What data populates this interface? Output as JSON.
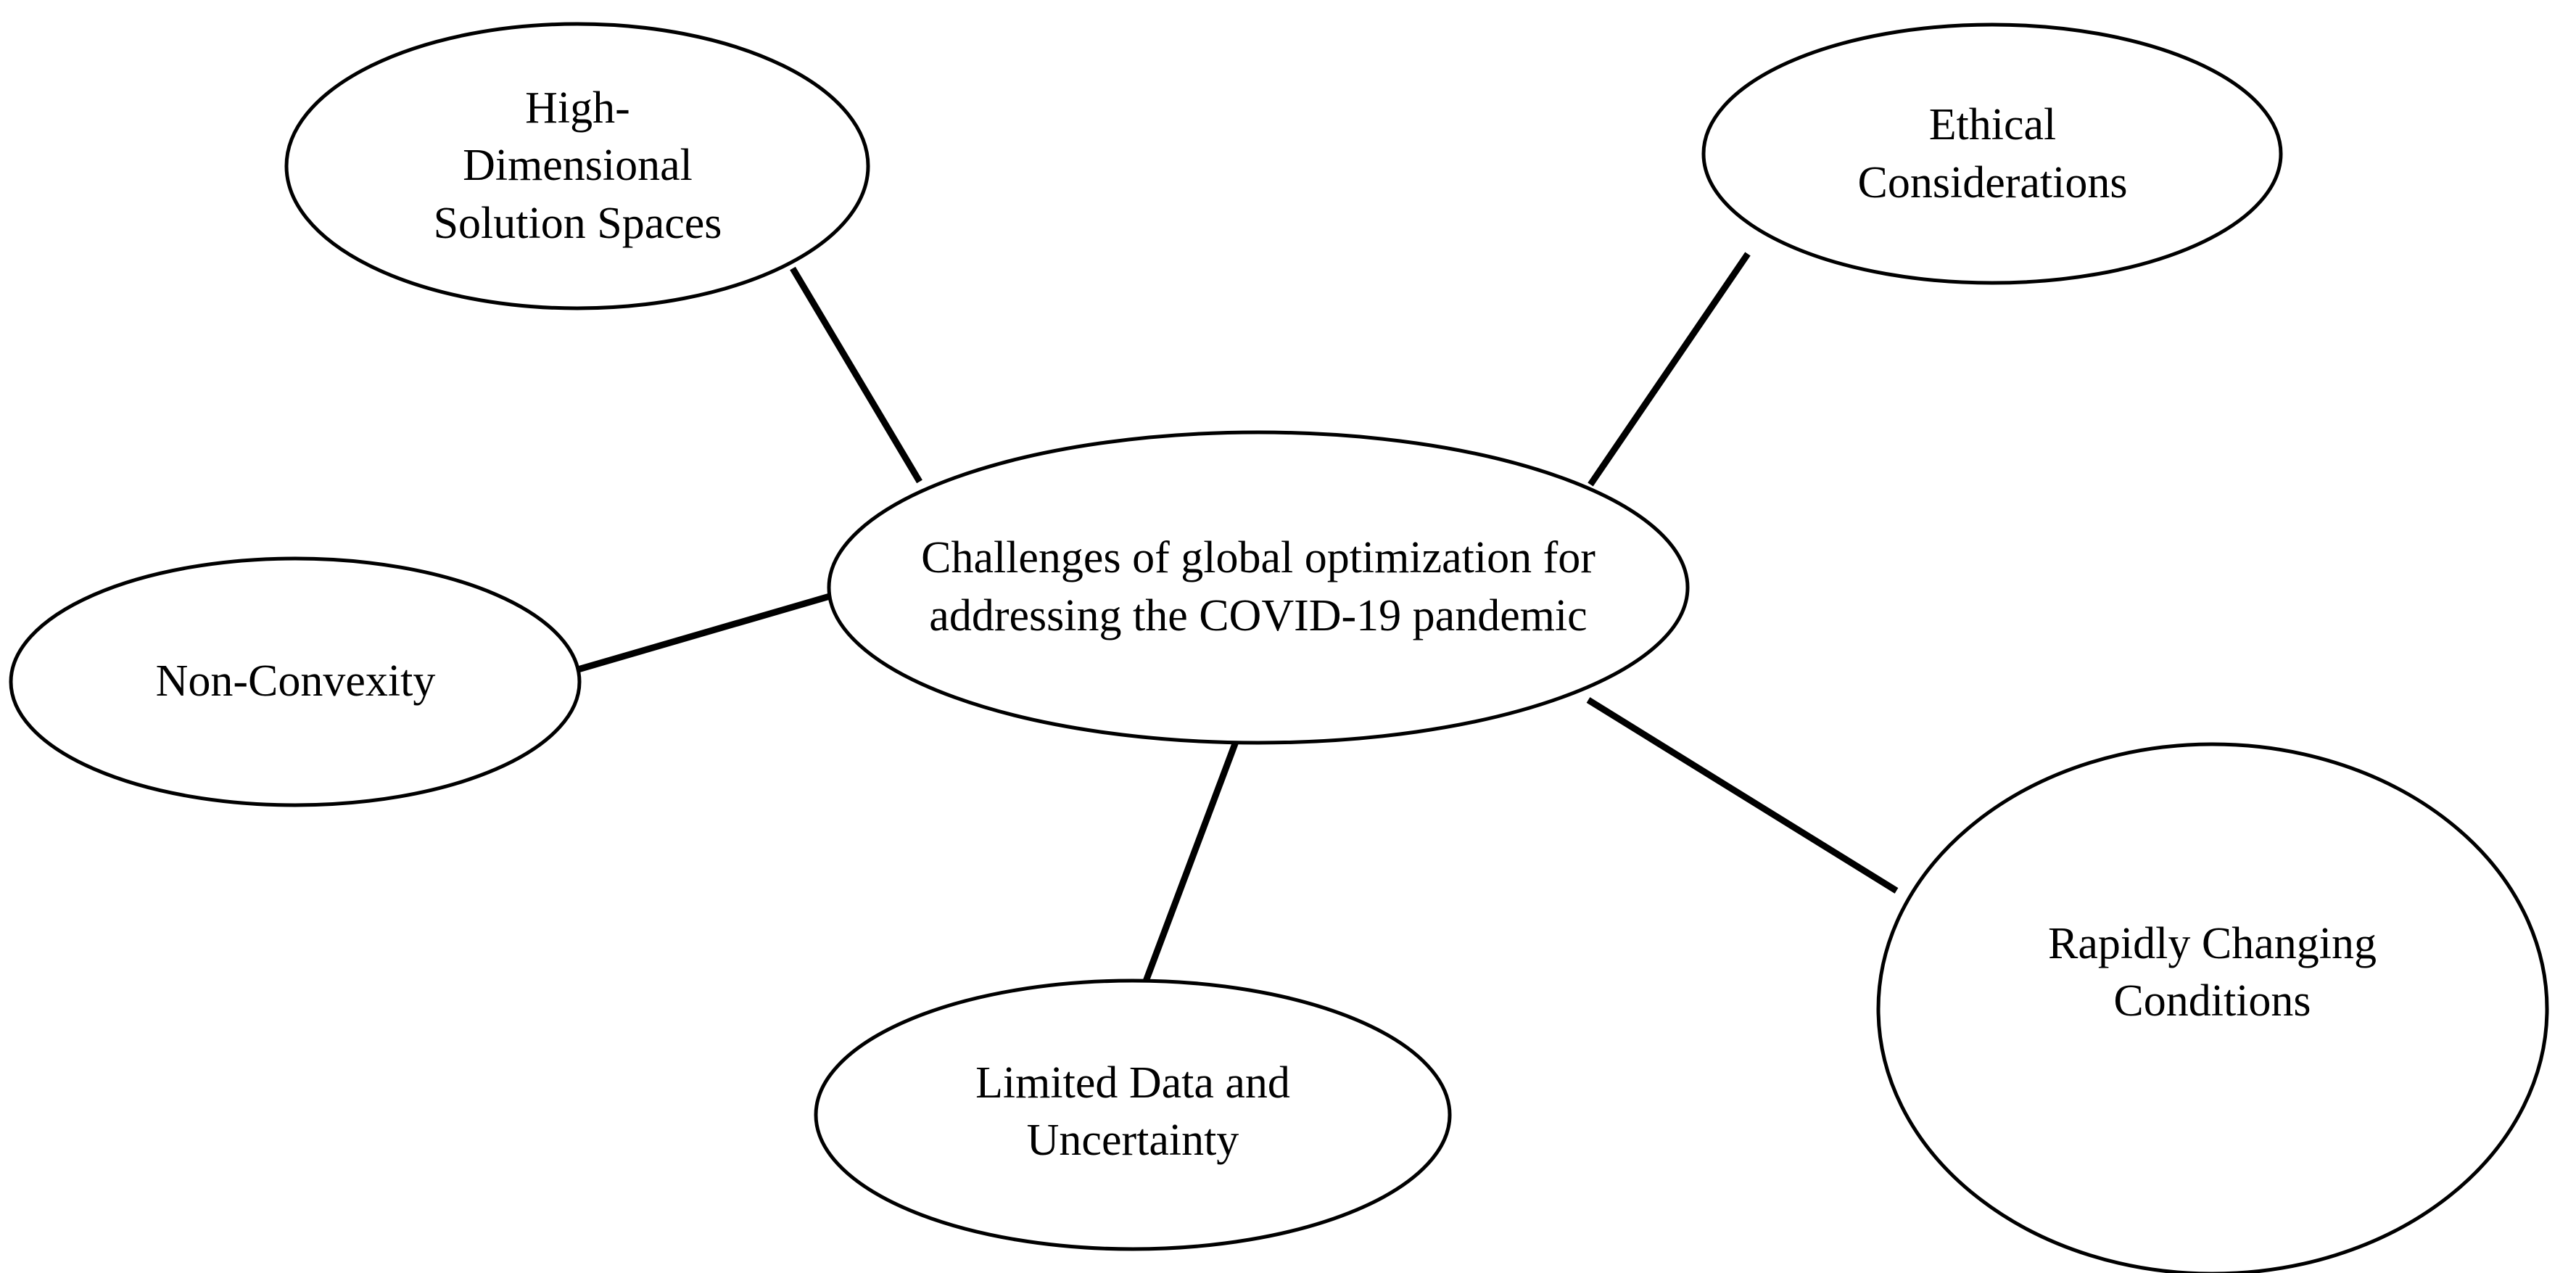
{
  "diagram": {
    "type": "mind-map",
    "background_color": "#ffffff",
    "stroke_color": "#000000",
    "center": {
      "id": "center",
      "label": "Challenges of global optimization for addressing the COVID-19 pandemic",
      "shape": "ellipse"
    },
    "branches": [
      {
        "id": "high-dimensional-solution-spaces",
        "label": "High-\nDimensional\nSolution Spaces",
        "shape": "ellipse",
        "position": "top-left"
      },
      {
        "id": "ethical-considerations",
        "label": "Ethical\nConsiderations",
        "shape": "ellipse",
        "position": "top-right"
      },
      {
        "id": "non-convexity",
        "label": "Non-Convexity",
        "shape": "ellipse",
        "position": "left"
      },
      {
        "id": "rapidly-changing-conditions",
        "label": "Rapidly Changing\nConditions",
        "shape": "ellipse",
        "position": "bottom-right"
      },
      {
        "id": "limited-data-and-uncertainty",
        "label": "Limited Data and\nUncertainty",
        "shape": "ellipse",
        "position": "bottom"
      }
    ],
    "connectors": [
      {
        "from": "center",
        "to": "high-dimensional-solution-spaces"
      },
      {
        "from": "center",
        "to": "ethical-considerations"
      },
      {
        "from": "center",
        "to": "non-convexity"
      },
      {
        "from": "center",
        "to": "rapidly-changing-conditions"
      },
      {
        "from": "center",
        "to": "limited-data-and-uncertainty"
      }
    ]
  }
}
